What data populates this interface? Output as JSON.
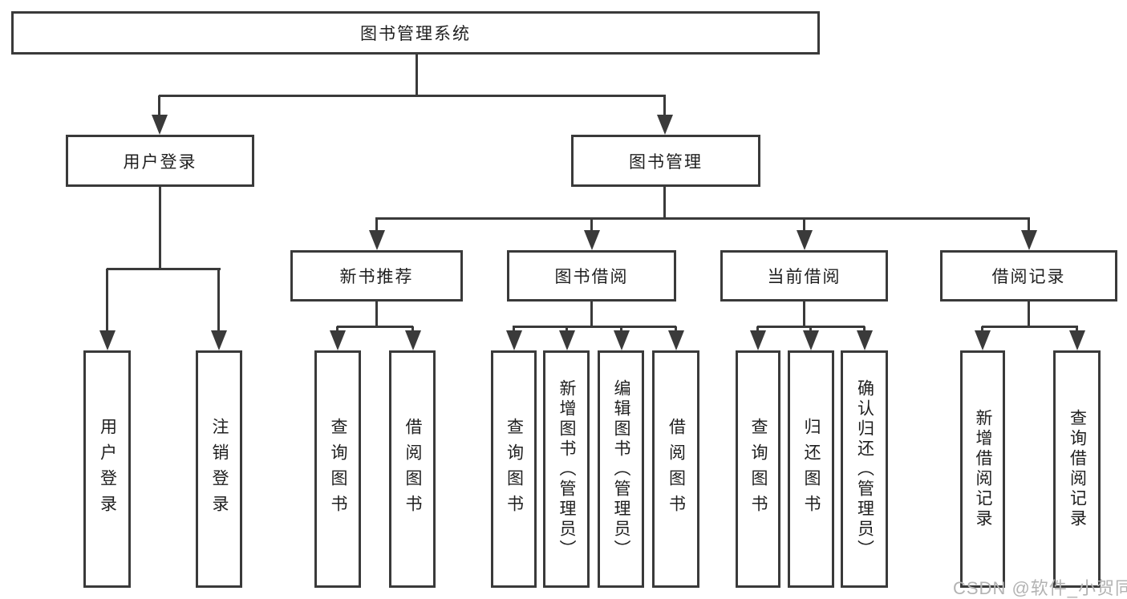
{
  "tree": {
    "root": {
      "label": "图书管理系统",
      "children": [
        {
          "label": "用户登录",
          "children": [
            {
              "label": "用户登录"
            },
            {
              "label": "注销登录"
            }
          ]
        },
        {
          "label": "图书管理",
          "children": [
            {
              "label": "新书推荐",
              "children": [
                {
                  "label": "查询图书"
                },
                {
                  "label": "借阅图书"
                }
              ]
            },
            {
              "label": "图书借阅",
              "children": [
                {
                  "label": "查询图书"
                },
                {
                  "label": "新增图书（管理员）"
                },
                {
                  "label": "编辑图书（管理员）"
                },
                {
                  "label": "借阅图书"
                }
              ]
            },
            {
              "label": "当前借阅",
              "children": [
                {
                  "label": "查询图书"
                },
                {
                  "label": "归还图书"
                },
                {
                  "label": "确认归还（管理员）"
                }
              ]
            },
            {
              "label": "借阅记录",
              "children": [
                {
                  "label": "新增借阅记录"
                },
                {
                  "label": "查询借阅记录"
                }
              ]
            }
          ]
        }
      ]
    }
  },
  "watermark": {
    "text": "CSDN @软件_小贺同学"
  },
  "colors": {
    "line": "#3a3a3a",
    "text": "#1f1f1f",
    "watermark": "#b3b3b3"
  }
}
